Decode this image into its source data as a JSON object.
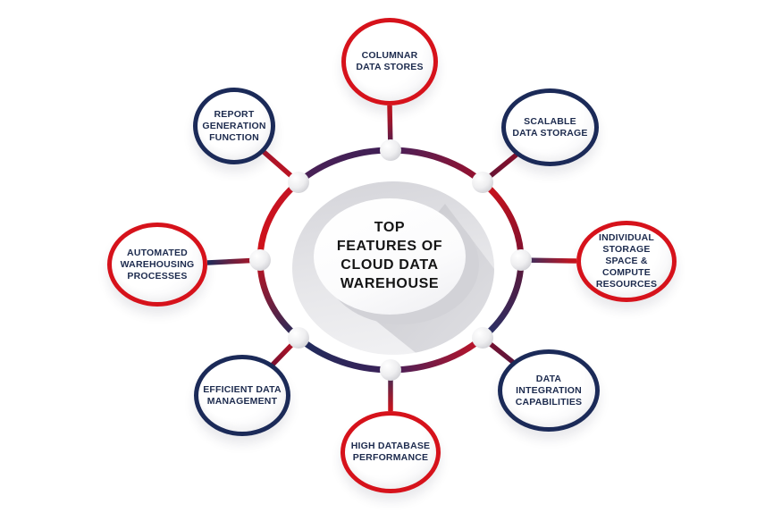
{
  "page": {
    "background": "#ffffff"
  },
  "center": {
    "title_lines": [
      "TOP",
      "FEATURES OF",
      "CLOUD DATA",
      "WAREHOUSE"
    ]
  },
  "satellites": [
    {
      "id": "columnar-data-stores",
      "position": "top",
      "ring_color": "red",
      "label_lines": [
        "COLUMNAR",
        "DATA STORES"
      ]
    },
    {
      "id": "scalable-data-storage",
      "position": "top-right",
      "ring_color": "navy",
      "label_lines": [
        "SCALABLE",
        "DATA STORAGE"
      ]
    },
    {
      "id": "individual-storage-space-compute-resources",
      "position": "right",
      "ring_color": "red",
      "label_lines": [
        "INDIVIDUAL",
        "STORAGE",
        "SPACE & COMPUTE",
        "RESOURCES"
      ]
    },
    {
      "id": "data-integration-capabilities",
      "position": "bottom-right",
      "ring_color": "navy",
      "label_lines": [
        "DATA INTEGRATION",
        "CAPABILITIES"
      ]
    },
    {
      "id": "high-database-performance",
      "position": "bottom",
      "ring_color": "red",
      "label_lines": [
        "HIGH DATABASE",
        "PERFORMANCE"
      ]
    },
    {
      "id": "efficient-data-management",
      "position": "bottom-left",
      "ring_color": "navy",
      "label_lines": [
        "EFFICIENT DATA",
        "MANAGEMENT"
      ]
    },
    {
      "id": "automated-warehousing-processes",
      "position": "left",
      "ring_color": "red",
      "label_lines": [
        "AUTOMATED",
        "WAREHOUSING",
        "PROCESSES"
      ]
    },
    {
      "id": "report-generation-function",
      "position": "top-left",
      "ring_color": "navy",
      "label_lines": [
        "REPORT",
        "GENERATION",
        "FUNCTION"
      ]
    }
  ],
  "colors": {
    "red": "#d6121b",
    "navy": "#1b2a58",
    "maroon": "#7a1030",
    "purple": "#46215a",
    "label_text": "#1d2b4e",
    "title_text": "#151515",
    "center_gray": "#d8d8dd"
  }
}
